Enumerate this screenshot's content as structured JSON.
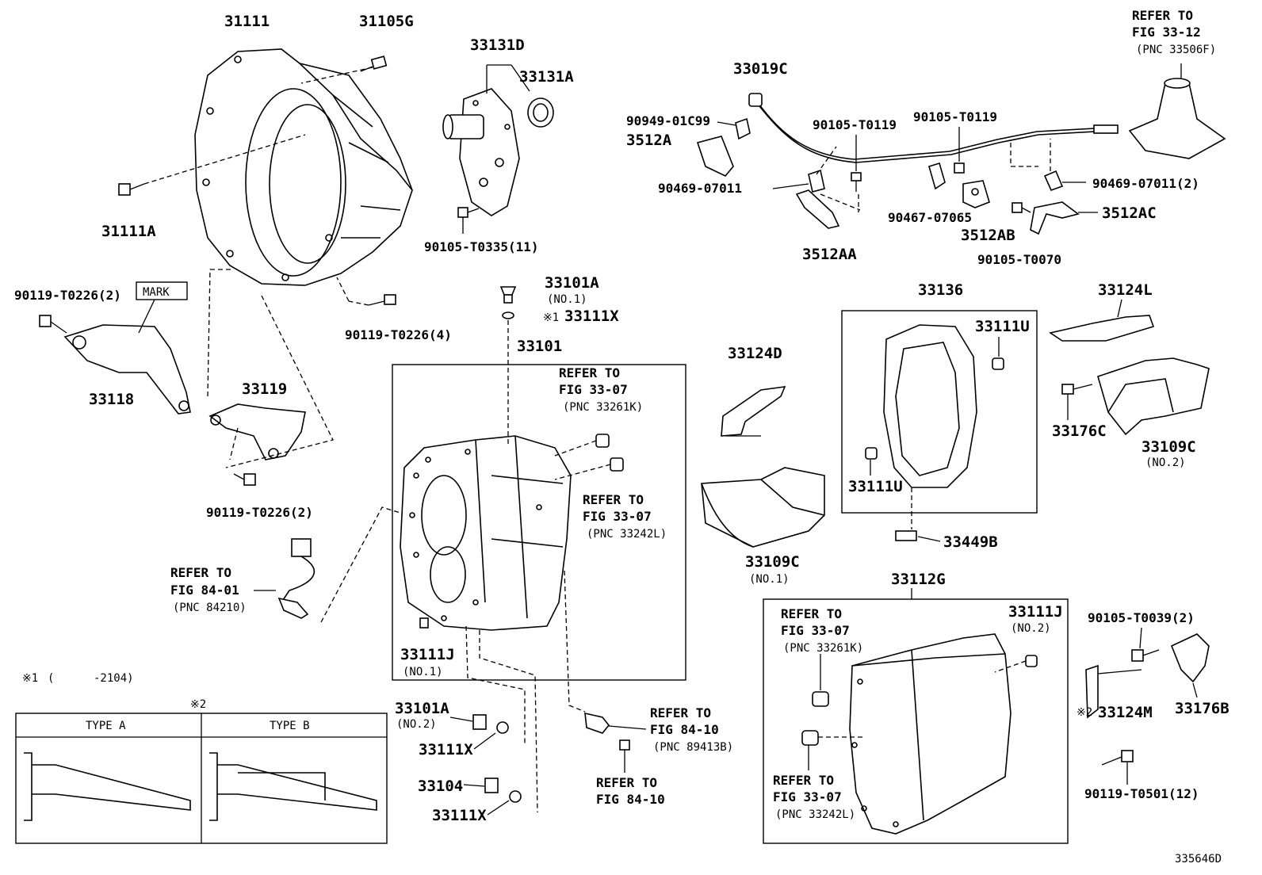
{
  "labels": {
    "p31111": "31111",
    "p31105G": "31105G",
    "p31111A": "31111A",
    "p33131D": "33131D",
    "p33131A": "33131A",
    "p90105_T0335": "90105-T0335(11)",
    "p33019C": "33019C",
    "p90949_01C99": "90949-01C99",
    "p3512A": "3512A",
    "p90105_T0119_a": "90105-T0119",
    "p90105_T0119_b": "90105-T0119",
    "p90469_07011": "90469-07011",
    "p90469_07011_2": "90469-07011(2)",
    "p90467_07065": "90467-07065",
    "p3512AC": "3512AC",
    "p3512AB": "3512AB",
    "p3512AA": "3512AA",
    "p90105_T0070": "90105-T0070",
    "p90119_T0226_2a": "90119-T0226(2)",
    "mark": "MARK",
    "p33118": "33118",
    "p33119": "33119",
    "p90119_T0226_2b": "90119-T0226(2)",
    "p90119_T0226_4": "90119-T0226(4)",
    "p33101A_top": "33101A",
    "no1_a": "(NO.1)",
    "note_mark1": "※1",
    "p33111X_top": "33111X",
    "p33101": "33101",
    "p33136": "33136",
    "p33124L": "33124L",
    "p33111U_a": "33111U",
    "p33111U_b": "33111U",
    "p33124D": "33124D",
    "p33176C": "33176C",
    "p33109C_2": "33109C",
    "no2_a": "(NO.2)",
    "p33109C_1": "33109C",
    "no1_b": "(NO.1)",
    "p33449B": "33449B",
    "p33112G": "33112G",
    "p33111J_a": "33111J",
    "no1_c": "(NO.1)",
    "p33111J_b": "33111J",
    "no2_b": "(NO.2)",
    "p90105_T0039": "90105-T0039(2)",
    "note2_mark": "※2",
    "p33124M": "33124M",
    "p33176B": "33176B",
    "p90119_T0501": "90119-T0501(12)",
    "p33101A_bot": "33101A",
    "no2_c": "(NO.2)",
    "p33111X_a": "33111X",
    "p33104": "33104",
    "p33111X_b": "33111X",
    "diagram_id": "335646D"
  },
  "refs": {
    "fig3312": {
      "l1": "REFER TO",
      "l2": "FIG 33-12",
      "l3": "(PNC 33506F)"
    },
    "fig3307_a": {
      "l1": "REFER TO",
      "l2": "FIG 33-07",
      "l3": "(PNC 33261K)"
    },
    "fig3307_b": {
      "l1": "REFER TO",
      "l2": "FIG 33-07",
      "l3": "(PNC 33242L)"
    },
    "fig8401": {
      "l1": "REFER TO",
      "l2": "FIG 84-01",
      "l3": "(PNC 84210)"
    },
    "fig8410_a": {
      "l1": "REFER TO",
      "l2": "FIG 84-10",
      "l3": "(PNC 89413B)"
    },
    "fig8410_b": {
      "l1": "REFER TO",
      "l2": "FIG 84-10"
    },
    "fig3307_c": {
      "l1": "REFER TO",
      "l2": "FIG 33-07",
      "l3": "(PNC 33261K)"
    },
    "fig3307_d": {
      "l1": "REFER TO",
      "l2": "FIG 33-07",
      "l3": "(PNC 33242L)"
    }
  },
  "notes": {
    "note1_mark": "※1",
    "note1_open": "(",
    "note1_range": "-2104)",
    "note2_header": "※2",
    "type_a": "TYPE A",
    "type_b": "TYPE B"
  }
}
